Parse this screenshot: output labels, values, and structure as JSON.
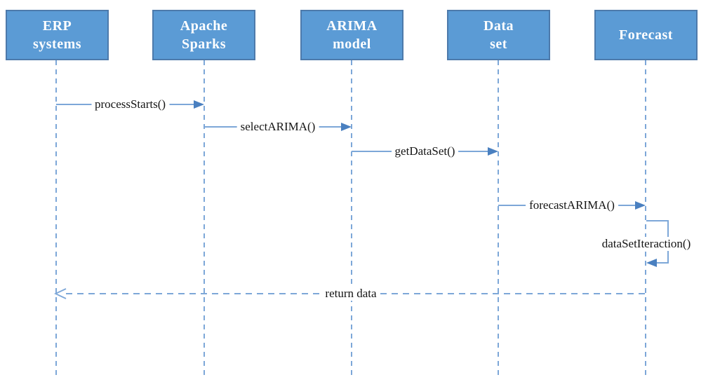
{
  "diagram": {
    "type": "uml-sequence-diagram",
    "background": "#ffffff",
    "actors": [
      {
        "id": "erp-systems",
        "label": "ERP\nsystems"
      },
      {
        "id": "apache-sparks",
        "label": "Apache\nSparks"
      },
      {
        "id": "arima-model",
        "label": "ARIMA\nmodel"
      },
      {
        "id": "data-set",
        "label": "Data\nset"
      },
      {
        "id": "forecast",
        "label": "Forecast"
      }
    ],
    "messages": [
      {
        "label": "processStarts()",
        "from": "ERP systems",
        "to": "Apache Sparks",
        "style": "solid-filled-arrow"
      },
      {
        "label": "selectARIMA()",
        "from": "Apache Sparks",
        "to": "ARIMA model",
        "style": "solid-filled-arrow"
      },
      {
        "label": "getDataSet()",
        "from": "ARIMA model",
        "to": "Data set",
        "style": "solid-filled-arrow"
      },
      {
        "label": "forecastARIMA()",
        "from": "Data set",
        "to": "Forecast",
        "style": "solid-filled-arrow"
      },
      {
        "label": "dataSetIteraction()",
        "from": "Forecast",
        "to": "Forecast",
        "style": "self-loop-filled-arrow"
      },
      {
        "label": "return data",
        "from": "Forecast",
        "to": "ERP systems",
        "style": "dashed-open-arrow"
      }
    ],
    "colors": {
      "actor_fill": "#5b9bd5",
      "actor_border": "#4d7aab",
      "actor_text": "#ffffff",
      "line": "#7da7d8",
      "arrowhead_fill": "#4a80c0",
      "message_text": "#141414"
    }
  }
}
